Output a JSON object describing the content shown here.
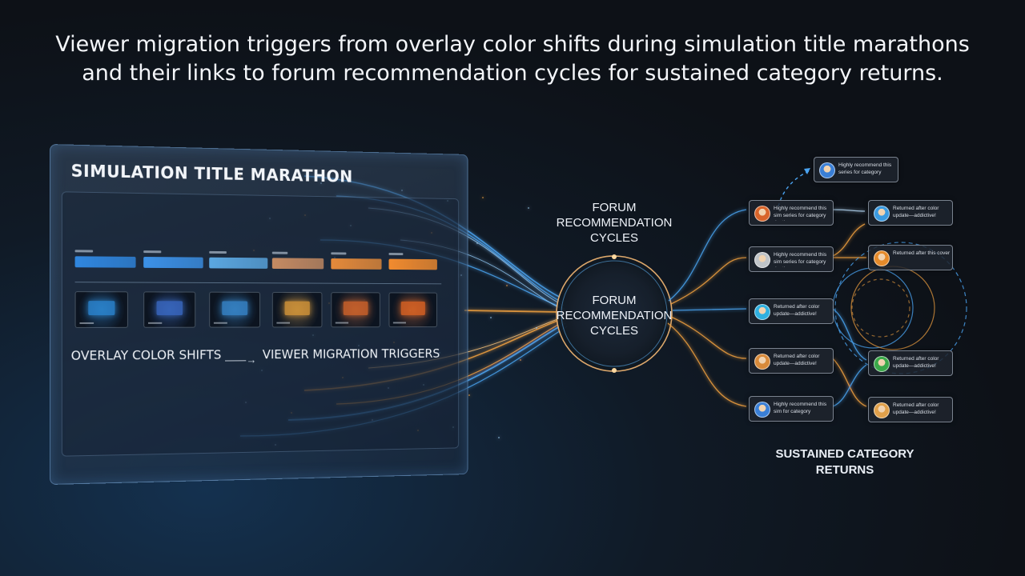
{
  "title": {
    "line1": "Viewer migration triggers from overlay color shifts during simulation title marathons",
    "line2": "and their links to forum recommendation cycles for sustained category returns."
  },
  "panel": {
    "title": "SIMULATION TITLE MARATHON",
    "overlay_label": "OVERLAY COLOR SHIFTS",
    "arrow_symbol": "——→",
    "trigger_label": "VIEWER MIGRATION TRIGGERS",
    "bar_colors": [
      "#2f86df",
      "#3b90e6",
      "#5aa6e0",
      "#c48a62",
      "#e3893a",
      "#f08a2e"
    ],
    "thumb_colors": [
      "#2d8fe0",
      "#3d6fd0",
      "#3a8fd8",
      "#e9a23a",
      "#e26a2a",
      "#ef6a22"
    ]
  },
  "hub": {
    "label_outer_1": "FORUM",
    "label_outer_2": "RECOMMENDATION",
    "label_outer_3": "CYCLES",
    "label_inner_1": "FORUM",
    "label_inner_2": "RECOMMENDATION",
    "label_inner_3": "CYCLES"
  },
  "cards": [
    {
      "text": "Highly recommend this series for category",
      "avatar": "#3a7fd6"
    },
    {
      "text": "Highly recommend this sim series for category depth.",
      "avatar": "#d8642a"
    },
    {
      "text": "Returned after color update—addictive!",
      "avatar": "#3a9ae0"
    },
    {
      "text": "Highly recommend this sim series for category depth.",
      "avatar": "#c0c4c8"
    },
    {
      "text": "Returned after this cover",
      "avatar": "#e58a2a"
    },
    {
      "text": "Returned after color update—addictive!",
      "avatar": "#2fb0e0"
    },
    {
      "text": "Returned after color update—addictive!",
      "avatar": "#d88a3a"
    },
    {
      "text": "Returned after color update—addictive!",
      "avatar": "#3aa84a"
    },
    {
      "text": "Highly recommend this sim for category",
      "avatar": "#3a7fd6"
    },
    {
      "text": "Returned after color update—addictive!",
      "avatar": "#e0a04a"
    }
  ],
  "returns": {
    "line1": "SUSTAINED CATEGORY",
    "line2": "RETURNS"
  },
  "colors": {
    "blue_flow": "#4aa3f0",
    "orange_flow": "#f0a040",
    "hub_ring": "#e9b070"
  }
}
